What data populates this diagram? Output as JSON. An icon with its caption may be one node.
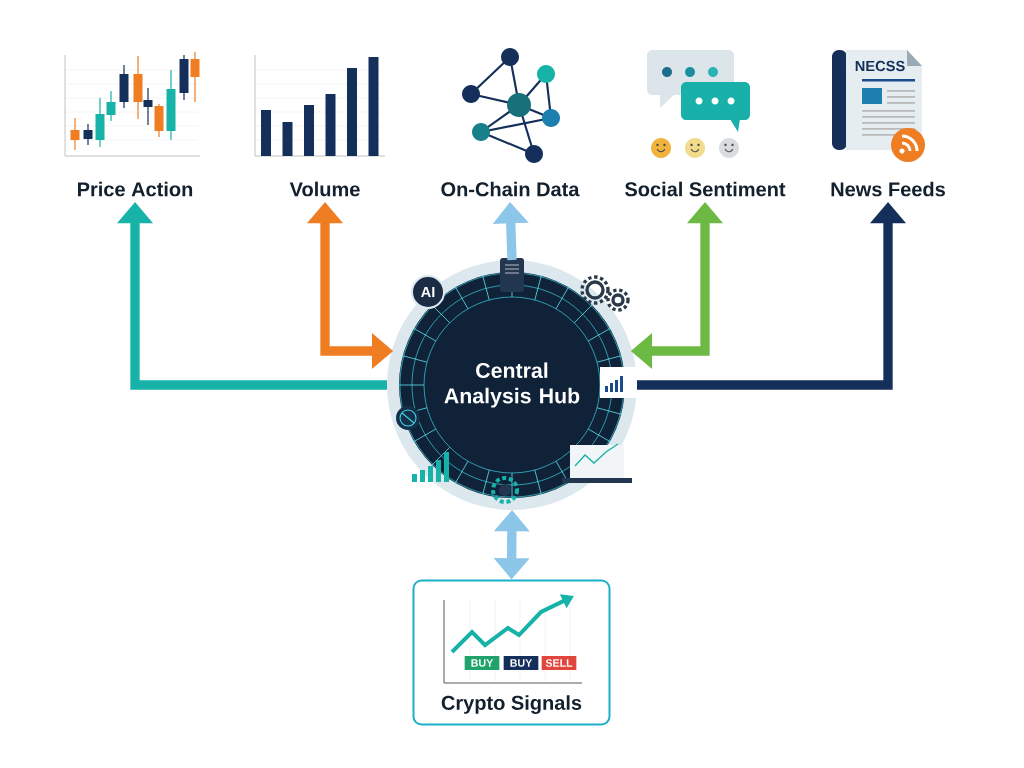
{
  "diagram": {
    "nodes": [
      {
        "text": [
          "Price Action"
        ]
      },
      {
        "text": [
          "Volume"
        ]
      },
      {
        "text": [
          "On-Chain Data"
        ]
      },
      {
        "text": [
          "Social Sentiment"
        ]
      },
      {
        "text": [
          "News Feeds"
        ]
      },
      {
        "text": [
          "Central Analysis Hub"
        ]
      },
      {
        "text": [
          "Crypto Signals"
        ]
      }
    ],
    "edges": [
      {
        "from": 5,
        "to": 0,
        "arrow": "to",
        "color": "#17b3a8"
      },
      {
        "from": 5,
        "to": 1,
        "arrow": "both",
        "color": "#ef7d22"
      },
      {
        "from": 5,
        "to": 2,
        "arrow": "to",
        "color": "#8cc6e8"
      },
      {
        "from": 5,
        "to": 3,
        "arrow": "both",
        "color": "#6cb944"
      },
      {
        "from": 5,
        "to": 4,
        "arrow": "to",
        "color": "#14305a"
      },
      {
        "from": 5,
        "to": 6,
        "arrow": "both",
        "color": "#8cc6e8"
      }
    ],
    "labels": [
      "AI",
      "NECSS",
      "BUY",
      "BUY",
      "SELL"
    ]
  }
}
